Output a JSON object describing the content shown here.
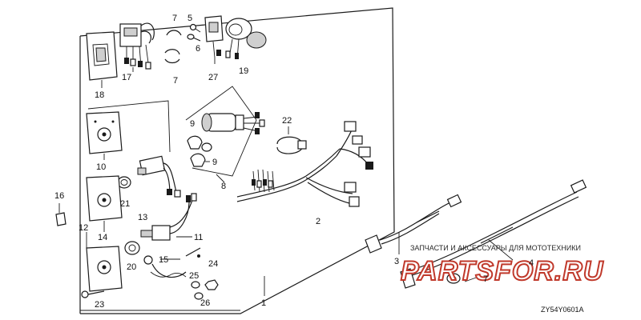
{
  "diagram": {
    "callouts": {
      "c1": "1",
      "c2": "2",
      "c3": "3",
      "c4": "4",
      "c5": "5",
      "c6": "6",
      "c7a": "7",
      "c7b": "7",
      "c7c": "7",
      "c9a": "9",
      "c9b": "9",
      "c10": "10",
      "c11": "11",
      "c12": "12",
      "c13": "13",
      "c14": "14",
      "c15": "15",
      "c16": "16",
      "c17": "17",
      "c18": "18",
      "c19": "19",
      "c20": "20",
      "c21": "21",
      "c22": "22",
      "c23": "23",
      "c24": "24",
      "c25": "25",
      "c26": "26",
      "c27": "27",
      "c8": "8"
    },
    "code": "ZY54Y0601A"
  },
  "watermark": {
    "caption": "ЗАПЧАСТИ И АКСЕССУАРЫ ДЛЯ МОТОТЕХНИКИ",
    "logo": "PARTSFOR.RU"
  },
  "colors": {
    "ink": "#1a1a1a",
    "watermark_red": "#c0392b"
  }
}
